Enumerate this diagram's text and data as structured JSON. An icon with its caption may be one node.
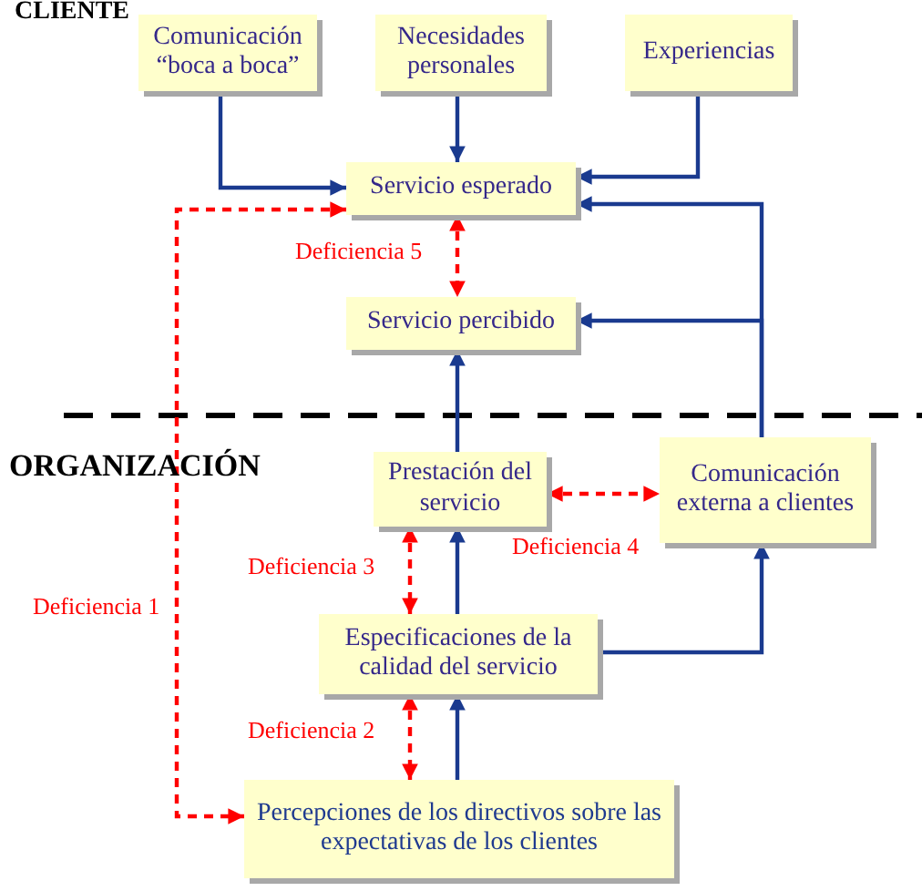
{
  "diagram": {
    "nodes": [
      {
        "text": [
          "Comunicación “boca a boca”"
        ]
      },
      {
        "text": [
          "Necesidades personales"
        ]
      },
      {
        "text": [
          "Experiencias"
        ]
      },
      {
        "text": [
          "Servicio esperado"
        ]
      },
      {
        "text": [
          "Servicio percibido"
        ]
      },
      {
        "text": [
          "Prestación del servicio"
        ]
      },
      {
        "text": [
          "Comunicación externa a clientes"
        ]
      },
      {
        "text": [
          "Especificaciones de la calidad del servicio"
        ]
      },
      {
        "text": [
          "Percepciones de los directivos sobre las expectativas de los clientes"
        ]
      }
    ],
    "edges": [
      {
        "from": 0,
        "to": 3,
        "arrow": "to"
      },
      {
        "from": 1,
        "to": 3,
        "arrow": "to"
      },
      {
        "from": 2,
        "to": 3,
        "arrow": "to"
      },
      {
        "from": 6,
        "to": 3,
        "arrow": "to"
      },
      {
        "from": 6,
        "to": 4,
        "arrow": "to"
      },
      {
        "from": 5,
        "to": 4,
        "arrow": "to"
      },
      {
        "from": 7,
        "to": 5,
        "arrow": "to"
      },
      {
        "from": 7,
        "to": 6,
        "arrow": "to"
      },
      {
        "from": 8,
        "to": 7,
        "arrow": "to"
      },
      {
        "from": 3,
        "to": 4,
        "arrow": "both",
        "label": "Deficiencia 5",
        "style": "dashed",
        "color": "#ff0000"
      },
      {
        "from": 5,
        "to": 6,
        "arrow": "both",
        "label": "Deficiencia 4",
        "style": "dashed",
        "color": "#ff0000"
      },
      {
        "from": 5,
        "to": 7,
        "arrow": "both",
        "label": "Deficiencia 3",
        "style": "dashed",
        "color": "#ff0000"
      },
      {
        "from": 7,
        "to": 8,
        "arrow": "both",
        "label": "Deficiencia 2",
        "style": "dashed",
        "color": "#ff0000"
      },
      {
        "from": 3,
        "to": 8,
        "arrow": "both",
        "label": "Deficiencia 1",
        "style": "dashed",
        "color": "#ff0000"
      }
    ],
    "labels": [
      "CLIENTE",
      "ORGANIZACIÓN"
    ]
  }
}
